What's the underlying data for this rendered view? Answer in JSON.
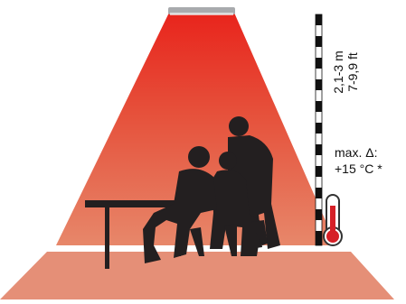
{
  "height_range": {
    "metric": "2,1-3 m",
    "imperial": "7-9,9 ft"
  },
  "temperature": {
    "line1": "max. Δ:",
    "line2": "+15 °C *"
  },
  "colors": {
    "heat_top": "#e8241c",
    "heat_bottom": "#e7876a",
    "floor": "#e58f77",
    "silhouette": "#231f20",
    "heater": "#a8aaad",
    "thermometer_red": "#d62027"
  }
}
